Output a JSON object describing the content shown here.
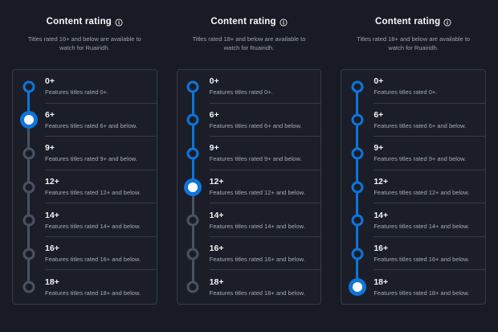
{
  "colors": {
    "accent_blue": "#0e75d9",
    "inactive_gray": "#4c5160",
    "selected_center": "#ffffff",
    "background": "#181b26"
  },
  "panels": [
    {
      "title": "Content rating",
      "info_icon": "info-icon",
      "subtitle": "Titles rated 16+ and below are available to watch for Ruairidh.",
      "selected_index": 1,
      "selected_label": "6+",
      "items": [
        {
          "label": "0+",
          "description": "Features titles rated 0+."
        },
        {
          "label": "6+",
          "description": "Features titles rated 6+ and below."
        },
        {
          "label": "9+",
          "description": "Features titles rated 9+ and below."
        },
        {
          "label": "12+",
          "description": "Features titles rated 12+ and below."
        },
        {
          "label": "14+",
          "description": "Features titles rated 14+ and below."
        },
        {
          "label": "16+",
          "description": "Features titles rated 16+ and below."
        },
        {
          "label": "18+",
          "description": "Features titles rated 18+ and below."
        }
      ]
    },
    {
      "title": "Content rating",
      "info_icon": "info-icon",
      "subtitle": "Titles rated 18+ and below are available to watch for Ruairidh.",
      "selected_index": 3,
      "selected_label": "12+",
      "items": [
        {
          "label": "0+",
          "description": "Features titles rated 0+."
        },
        {
          "label": "6+",
          "description": "Features titles rated 6+ and below."
        },
        {
          "label": "9+",
          "description": "Features titles rated 9+ and below."
        },
        {
          "label": "12+",
          "description": "Features titles rated 12+ and below."
        },
        {
          "label": "14+",
          "description": "Features titles rated 14+ and below."
        },
        {
          "label": "16+",
          "description": "Features titles rated 16+ and below."
        },
        {
          "label": "18+",
          "description": "Features titles rated 18+ and below."
        }
      ]
    },
    {
      "title": "Content rating",
      "info_icon": "info-icon",
      "subtitle": "Titles rated 18+ and below are available to watch for Ruairidh.",
      "selected_index": 6,
      "selected_label": "18+",
      "items": [
        {
          "label": "0+",
          "description": "Features titles rated 0+."
        },
        {
          "label": "6+",
          "description": "Features titles rated 6+ and below."
        },
        {
          "label": "9+",
          "description": "Features titles rated 9+ and below."
        },
        {
          "label": "12+",
          "description": "Features titles rated 12+ and below."
        },
        {
          "label": "14+",
          "description": "Features titles rated 14+ and below."
        },
        {
          "label": "16+",
          "description": "Features titles rated 16+ and below."
        },
        {
          "label": "18+",
          "description": "Features titles rated 18+ and below."
        }
      ]
    }
  ]
}
